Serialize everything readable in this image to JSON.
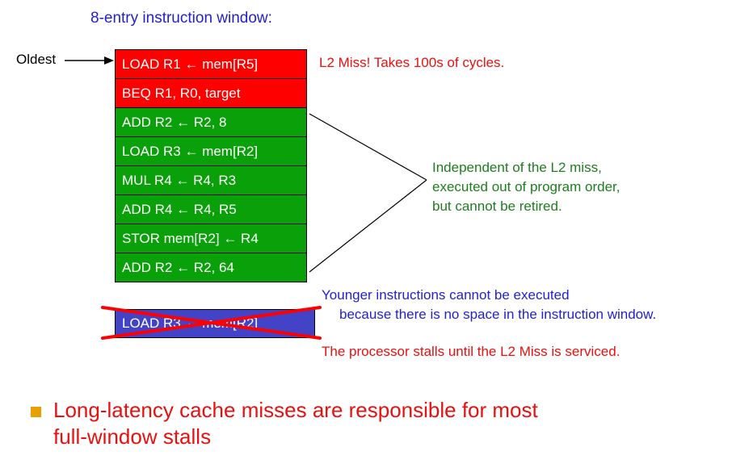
{
  "title": "8-entry instruction window:",
  "oldest_label": "Oldest",
  "instruction_window": {
    "entries": [
      {
        "text": "LOAD R1 ← mem[R5]",
        "status": "l2-miss"
      },
      {
        "text": "BEQ R1, R0, target",
        "status": "dependent-on-miss"
      },
      {
        "text": "ADD R2 ← R2, 8",
        "status": "independent-executed"
      },
      {
        "text": "LOAD R3 ← mem[R2]",
        "status": "independent-executed"
      },
      {
        "text": "MUL R4 ← R4, R3",
        "status": "independent-executed"
      },
      {
        "text": "ADD R4 ← R4, R5",
        "status": "independent-executed"
      },
      {
        "text": "STOR mem[R2] ← R4",
        "status": "independent-executed"
      },
      {
        "text": "ADD R2 ← R2, 64",
        "status": "independent-executed"
      }
    ]
  },
  "stalled_instruction": "LOAD R3 ← mem[R2]",
  "annotations": {
    "l2_miss": "L2 Miss! Takes 100s of cycles.",
    "independent_lines": [
      "Independent of the L2 miss,",
      "executed out of program order,",
      "but cannot be retired."
    ],
    "younger_lines": [
      "Younger instructions cannot be executed",
      "because there is no space in the instruction window."
    ],
    "stall": "The processor stalls until the L2 Miss is serviced."
  },
  "bullet": {
    "lines": [
      "Long-latency cache misses are responsible for most",
      "full-window stalls"
    ]
  },
  "colors": {
    "red-box": "#ff0000",
    "green-box": "#0aa00a",
    "blue-box": "#4343c8",
    "title-blue": "#2222cc",
    "dark-green": "#1e7d1e",
    "alert-red": "#e81010",
    "bullet-orange": "#e8a000"
  }
}
